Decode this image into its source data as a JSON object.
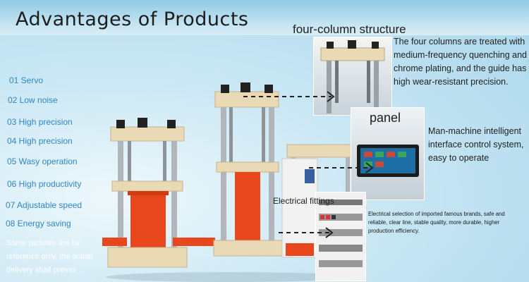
{
  "header": {
    "title": "Advantages of Products"
  },
  "advantages": [
    "01 Servo",
    "02 Low noise",
    "03 High precision",
    "04 High precision",
    "05 Wasy operation",
    "06 High productivity",
    "07  Adjustable speed",
    "08 Energy saving"
  ],
  "note": "Some pictures are for reference only, the actual delivery shall prevail",
  "features": {
    "structure": {
      "title": "four-column structure",
      "text": "The four columns are treated with medium-frequency quenching and chrome plating, and the guide has high wear-resistant precision."
    },
    "panel": {
      "title": "panel",
      "text": "Man-machine intelligent interface control system, easy to operate"
    },
    "electrical": {
      "title": "Electrical fittings",
      "text": "Electrical selection of imported famous brands, safe and reliable, clear line, stable quality, more durable, higher production efficiency."
    }
  },
  "colors": {
    "accent": "#2f86c6",
    "machine_frame": "#e9d9b4",
    "cylinder": "#e8461c"
  }
}
